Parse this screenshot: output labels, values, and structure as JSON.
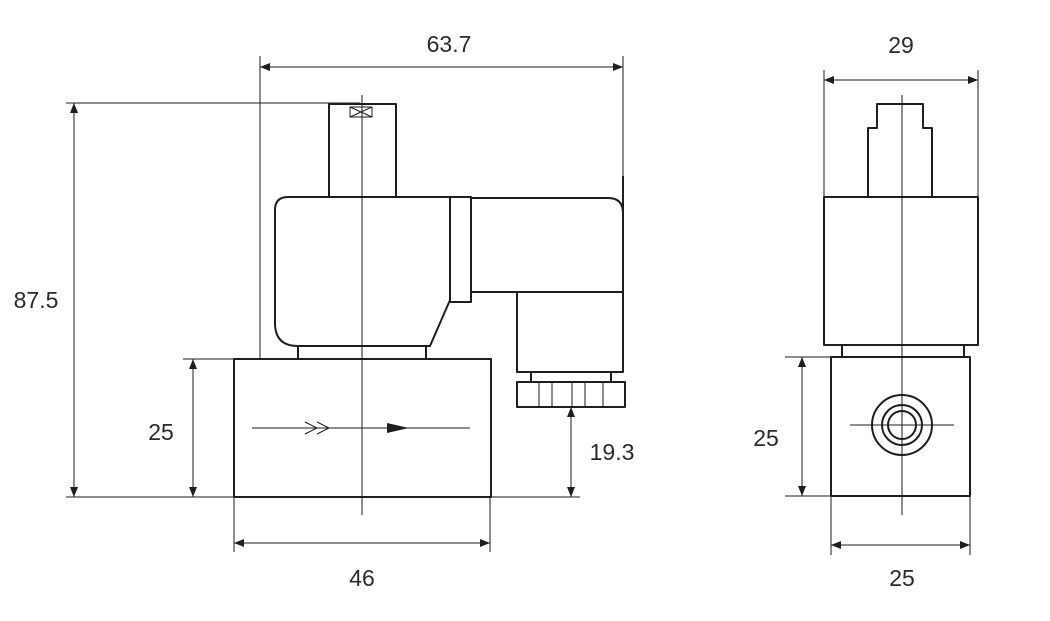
{
  "colors": {
    "line": "#1e1e1e",
    "text": "#2a2a2a",
    "background": "#ffffff"
  },
  "dimensions": {
    "side_width": "63.7",
    "side_height": "87.5",
    "side_body_height": "25",
    "side_port_height": "19.3",
    "side_body_width": "46",
    "front_width": "29",
    "front_body_height": "25",
    "front_body_width": "25"
  }
}
